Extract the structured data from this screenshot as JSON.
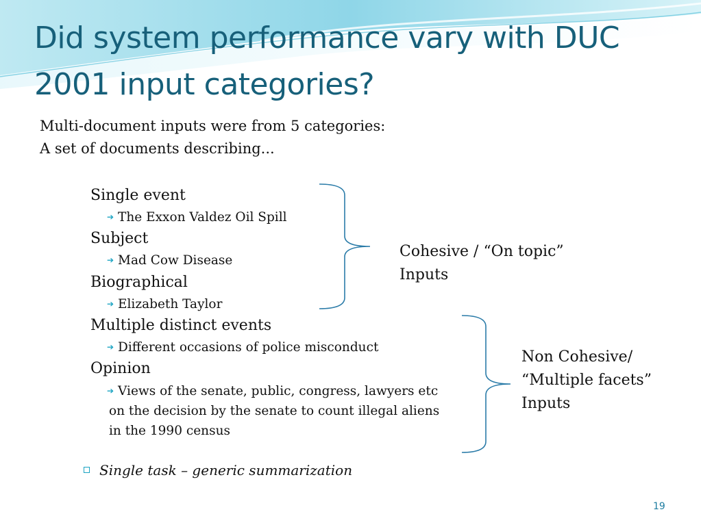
{
  "title": "Did system performance vary with DUC 2001 input categories?",
  "intro": {
    "line1": "Multi-document inputs were from 5 categories:",
    "line2": "A set of documents describing..."
  },
  "categories": [
    {
      "name": "Single event",
      "example": "The Exxon Valdez Oil Spill"
    },
    {
      "name": "Subject",
      "example": "Mad Cow Disease"
    },
    {
      "name": "Biographical",
      "example": "Elizabeth Taylor"
    },
    {
      "name": "Multiple distinct events",
      "example": "Different occasions of police misconduct"
    },
    {
      "name": "Opinion",
      "example_lines": [
        "Views of the senate, public, congress, lawyers etc",
        "on the decision by the senate to count illegal aliens",
        "in the 1990 census"
      ]
    }
  ],
  "groups": {
    "cohesive": {
      "line1": "Cohesive / “On topic”",
      "line2": "Inputs"
    },
    "non_cohesive": {
      "line1": "Non Cohesive/",
      "line2": "“Multiple facets”",
      "line3": "Inputs"
    }
  },
  "note": "Single task – generic summarization",
  "page_number": "19",
  "colors": {
    "title": "#17607a",
    "accent": "#1aa3c2",
    "brace": "#2a7ba8"
  },
  "icons": {
    "bullet_arrow": "arrow-right-icon",
    "bullet_square": "hollow-square-icon"
  }
}
